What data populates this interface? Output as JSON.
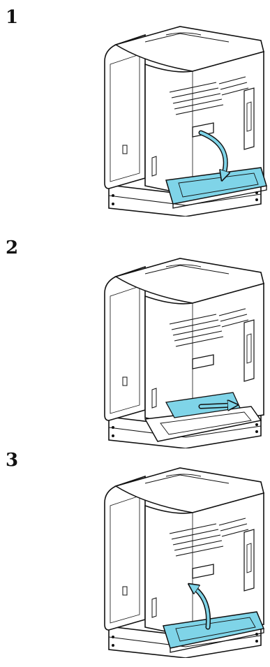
{
  "steps": [
    {
      "number": "1",
      "illustration": "printer-open-duplex-cover-icon",
      "arrow": "open-down"
    },
    {
      "number": "2",
      "illustration": "printer-remove-jammed-paper-icon",
      "arrow": "pull-out"
    },
    {
      "number": "3",
      "illustration": "printer-close-duplex-cover-icon",
      "arrow": "close-up"
    }
  ],
  "colors": {
    "accent": "#7fd4e8",
    "line": "#111111",
    "paper": "#ffffff"
  }
}
